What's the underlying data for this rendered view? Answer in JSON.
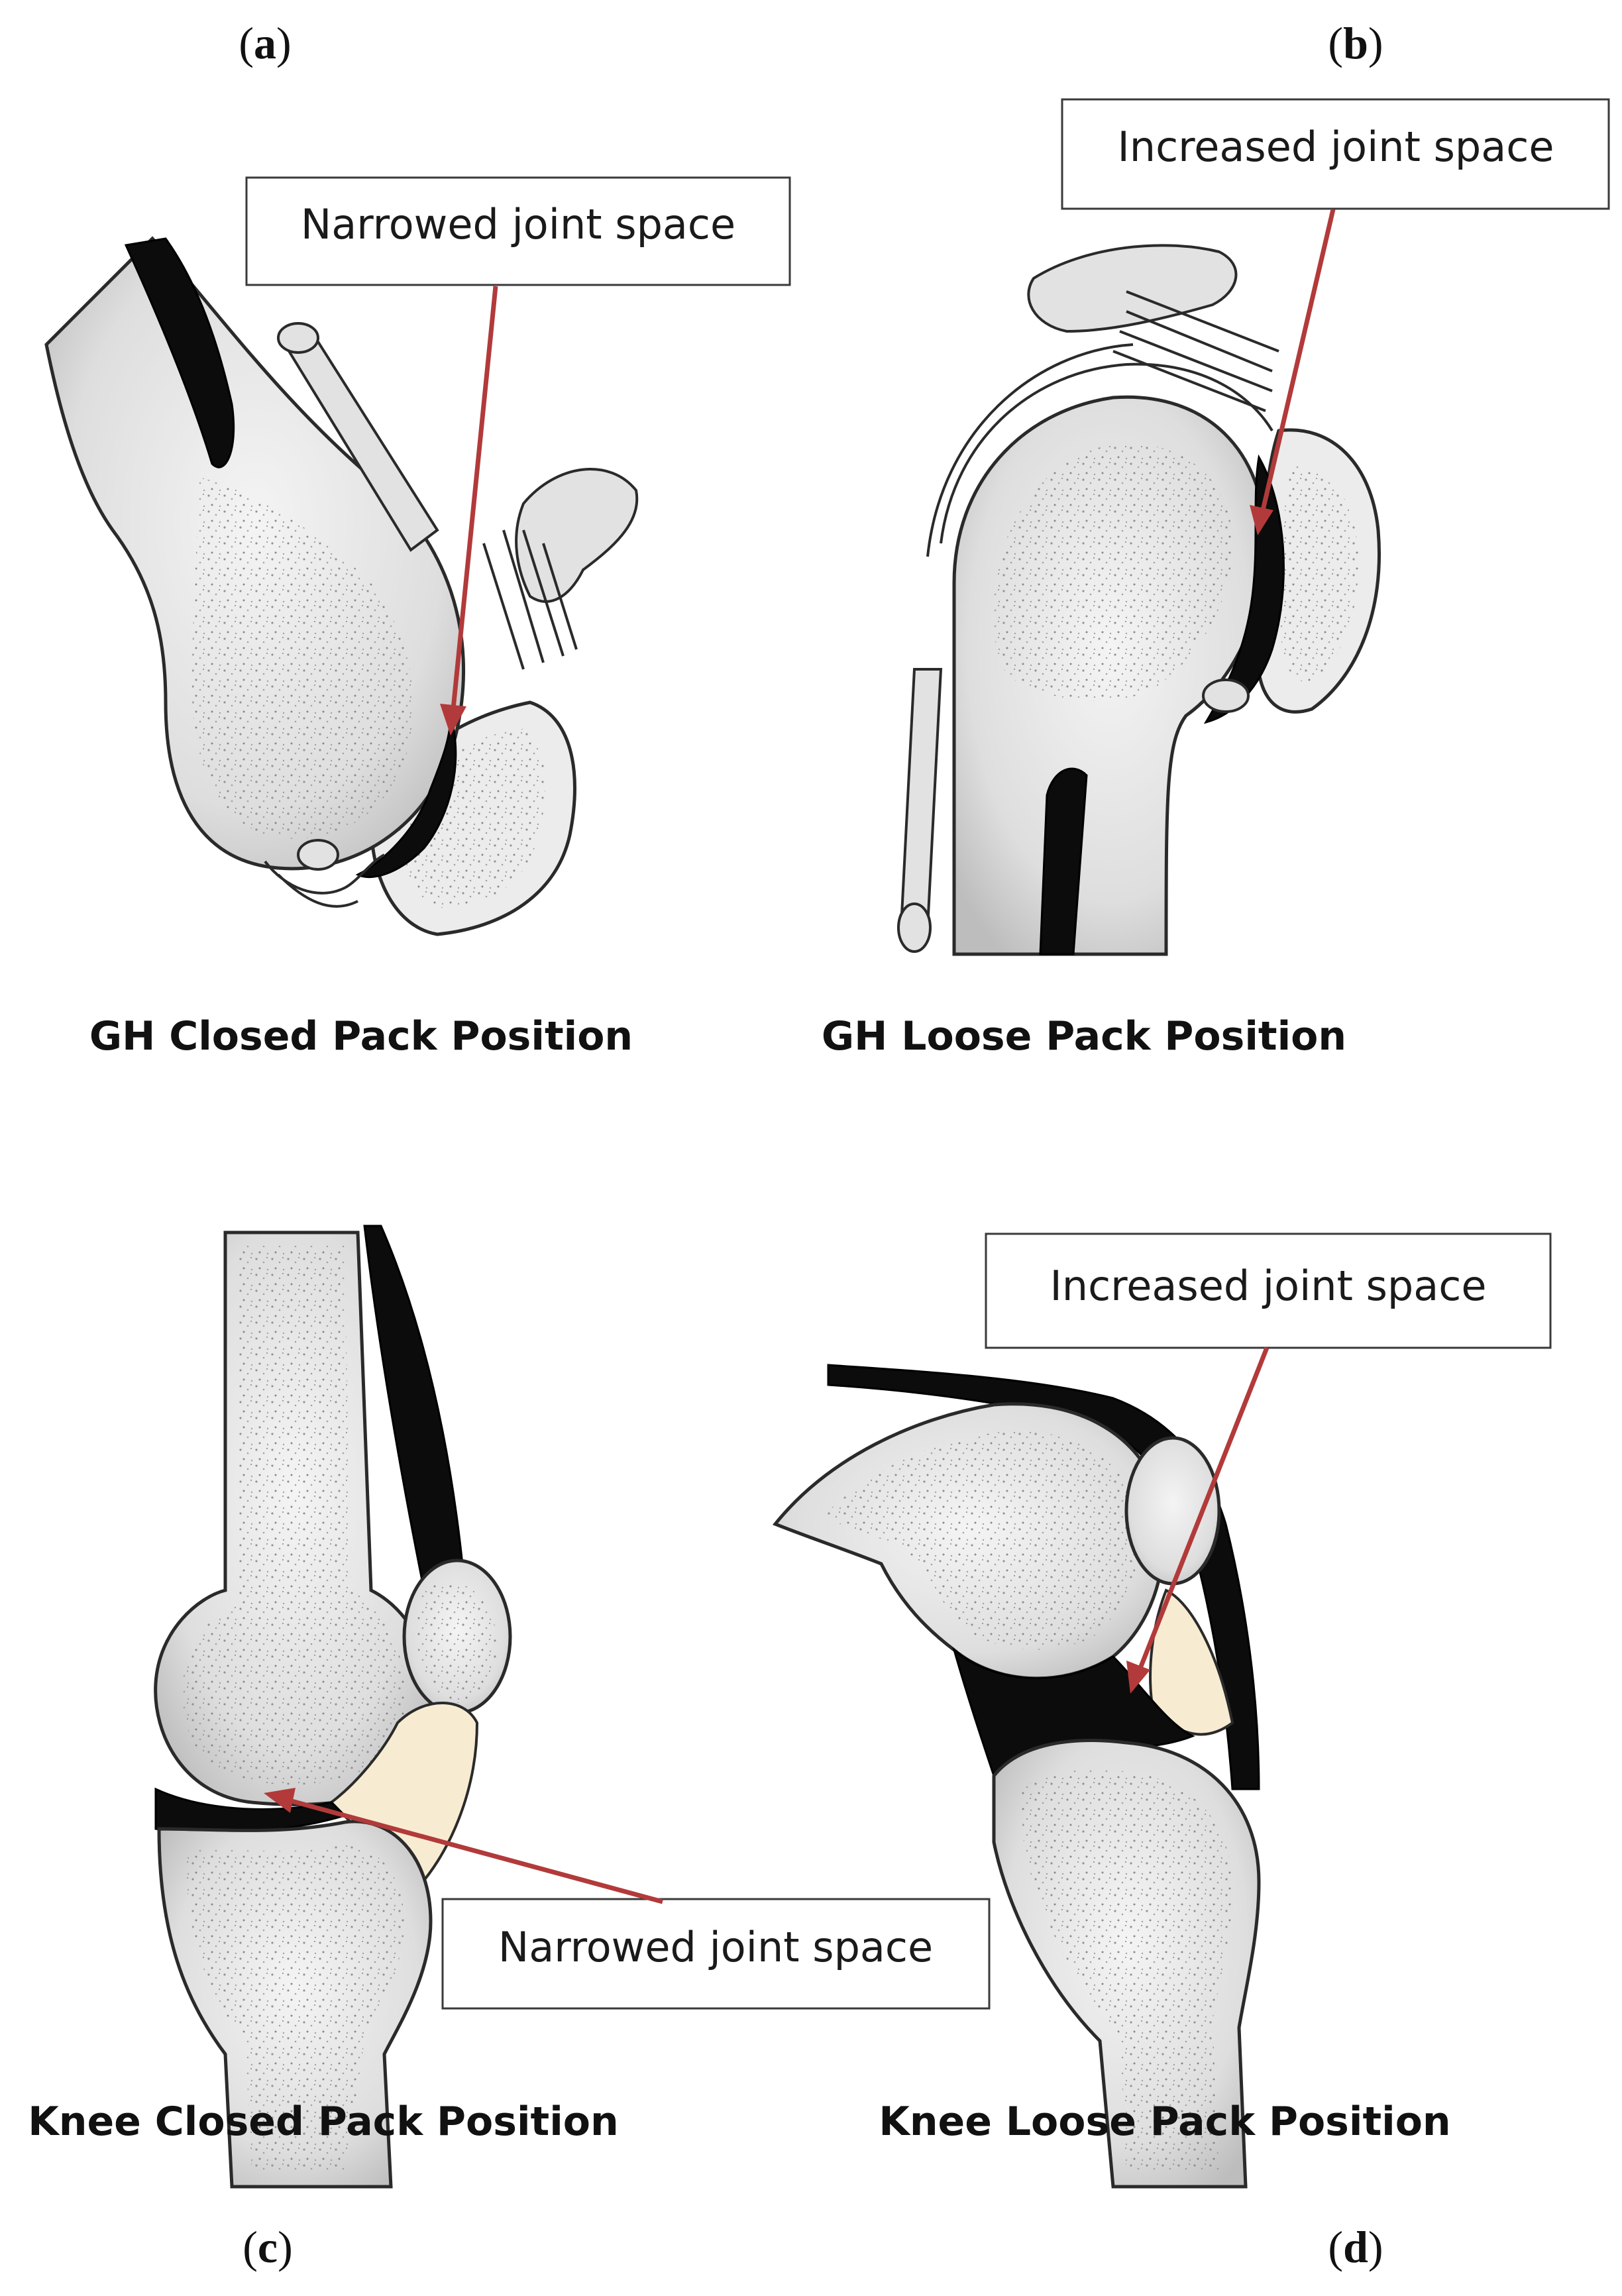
{
  "panels": [
    {
      "id": "a",
      "letter": "a",
      "caption": "GH Closed Pack Position",
      "callouts": [
        "Narrowed joint space"
      ]
    },
    {
      "id": "b",
      "letter": "b",
      "caption": "GH Loose Pack Position",
      "callouts": [
        "Increased joint space"
      ]
    },
    {
      "id": "c",
      "letter": "c",
      "caption": "Knee Closed Pack Position",
      "callouts": [
        "Narrowed joint space"
      ]
    },
    {
      "id": "d",
      "letter": "d",
      "caption": "Knee Loose Pack Position",
      "callouts": [
        "Increased joint space"
      ]
    }
  ],
  "colors": {
    "arrow": "#b23a3a",
    "cartilage": "#f7ecd2",
    "joint_space": "#0c0c0c",
    "bone": "#e6e6e6"
  }
}
